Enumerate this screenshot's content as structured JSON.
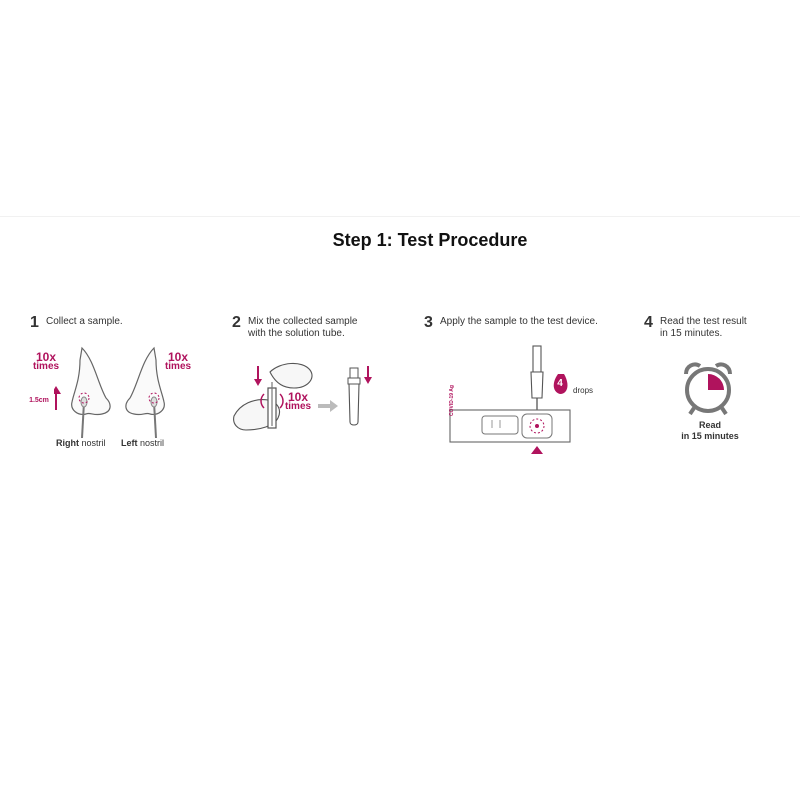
{
  "title": "Step 1: Test Procedure",
  "accent_color": "#b0135d",
  "steps": [
    {
      "number": "1",
      "text": "Collect a sample.",
      "labels": {
        "right_count": "10x",
        "right_times": "times",
        "left_count": "10x",
        "left_times": "times",
        "distance": "1.5cm",
        "right_bold": "Right",
        "right_rest": "nostril",
        "left_bold": "Left",
        "left_rest": "nostril"
      }
    },
    {
      "number": "2",
      "text_line1": "Mix the collected sample",
      "text_line2": "with the solution tube.",
      "labels": {
        "count": "10x",
        "times": "times"
      }
    },
    {
      "number": "3",
      "text": "Apply the sample to the test device.",
      "labels": {
        "drops_count": "4",
        "drops": "drops",
        "device_text": "COVID-19 Ag"
      }
    },
    {
      "number": "4",
      "text_line1": "Read the test result",
      "text_line2": "in 15 minutes.",
      "labels": {
        "read_line1": "Read",
        "read_line2": "in 15 minutes"
      }
    }
  ],
  "icons": [
    "nose-icon",
    "swab-icon",
    "hand-icon",
    "solution-tube-icon",
    "arrow-icon",
    "dropper-icon",
    "test-device-icon",
    "alarm-clock-icon"
  ]
}
